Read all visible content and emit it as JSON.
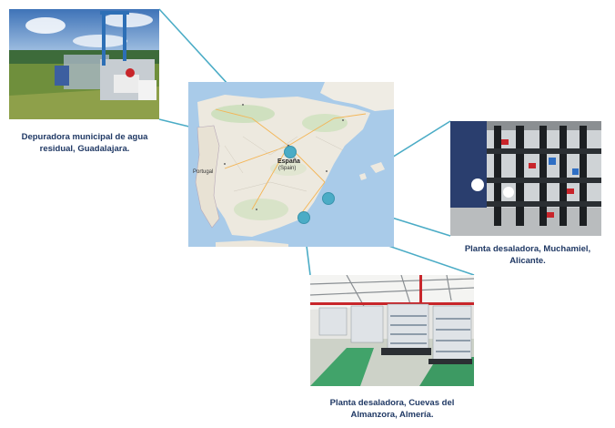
{
  "colors": {
    "connector": "#4bacc6",
    "caption": "#1f3864"
  },
  "map": {
    "labels": {
      "country": "España",
      "country_en": "(Spain)",
      "portugal": "Portugal"
    }
  },
  "sites": [
    {
      "id": "guadalajara",
      "caption_lines": [
        "Depuradora municipal de agua",
        "residual, Guadalajara."
      ]
    },
    {
      "id": "muchamiel",
      "caption_lines": [
        "Planta desaladora,  Muchamiel,",
        "Alicante."
      ]
    },
    {
      "id": "almanzora",
      "caption_lines": [
        "Planta desaladora,  Cuevas del",
        "Almanzora, Almería."
      ]
    }
  ]
}
